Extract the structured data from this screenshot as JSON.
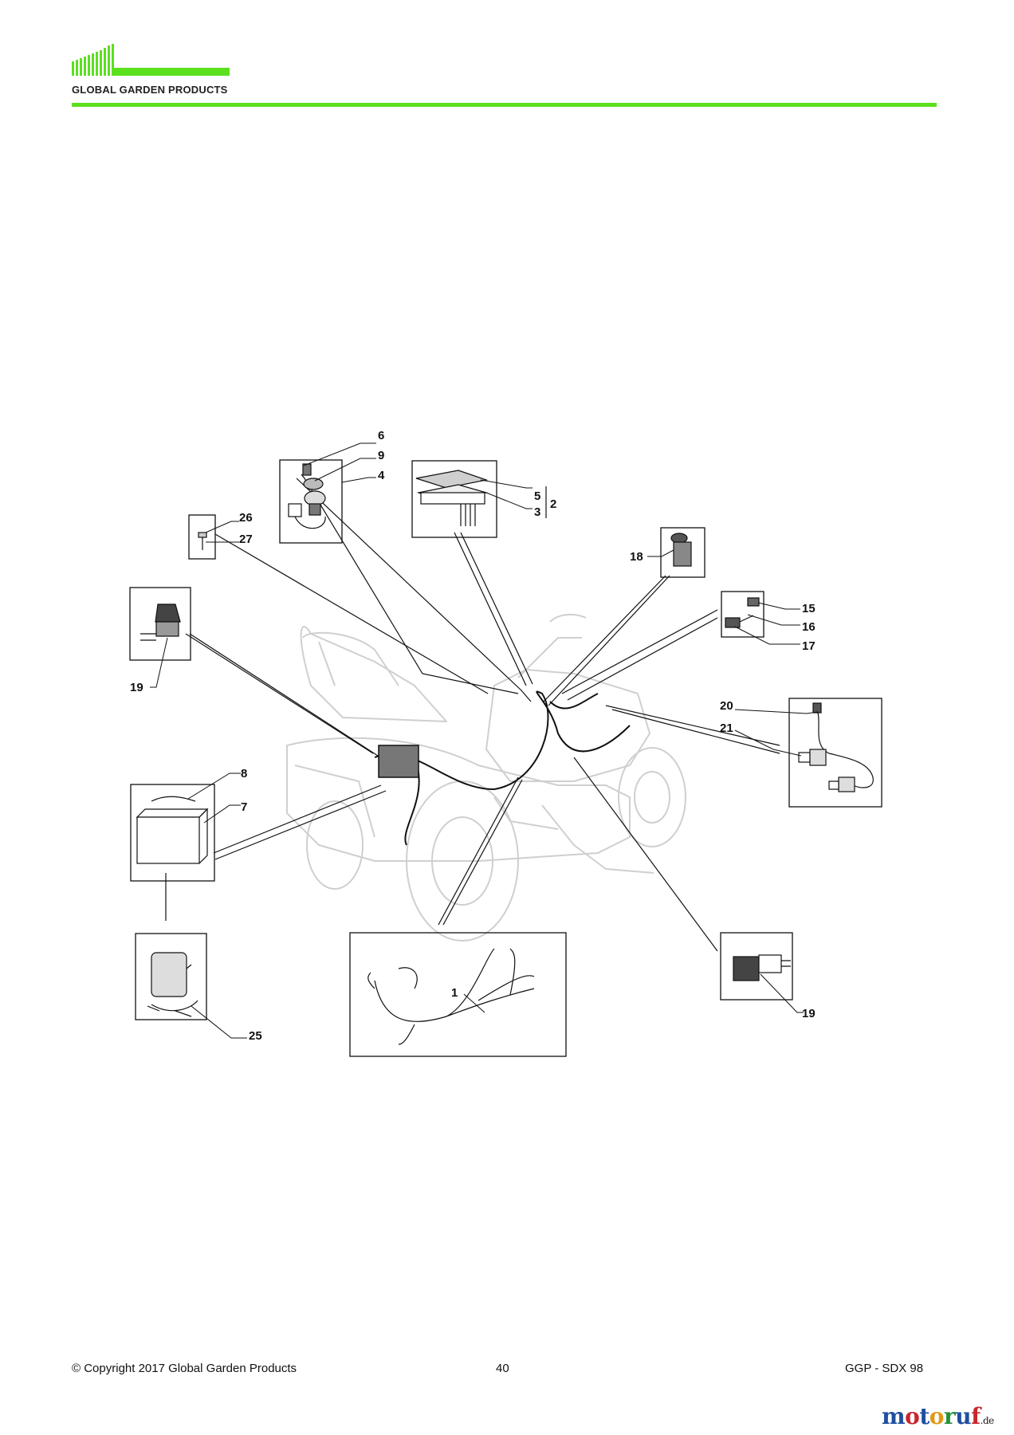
{
  "header": {
    "brand_name": "GLOBAL GARDEN PRODUCTS",
    "accent_color": "#5be01e"
  },
  "diagram": {
    "callouts": [
      "6",
      "9",
      "4",
      "5",
      "3",
      "2",
      "26",
      "27",
      "18",
      "15",
      "16",
      "17",
      "19",
      "20",
      "21",
      "8",
      "7",
      "1",
      "19",
      "25"
    ]
  },
  "footer": {
    "copyright": "© Copyright 2017 Global Garden Products",
    "page_number": "40",
    "model": "GGP - SDX 98"
  },
  "watermark": {
    "name": "motoruf",
    "suffix": ".de",
    "colors": [
      "#1f4fa0",
      "#c8262e",
      "#1f4fa0",
      "#e29a12",
      "#2a8f3a",
      "#1f4fa0",
      "#c8262e"
    ]
  }
}
